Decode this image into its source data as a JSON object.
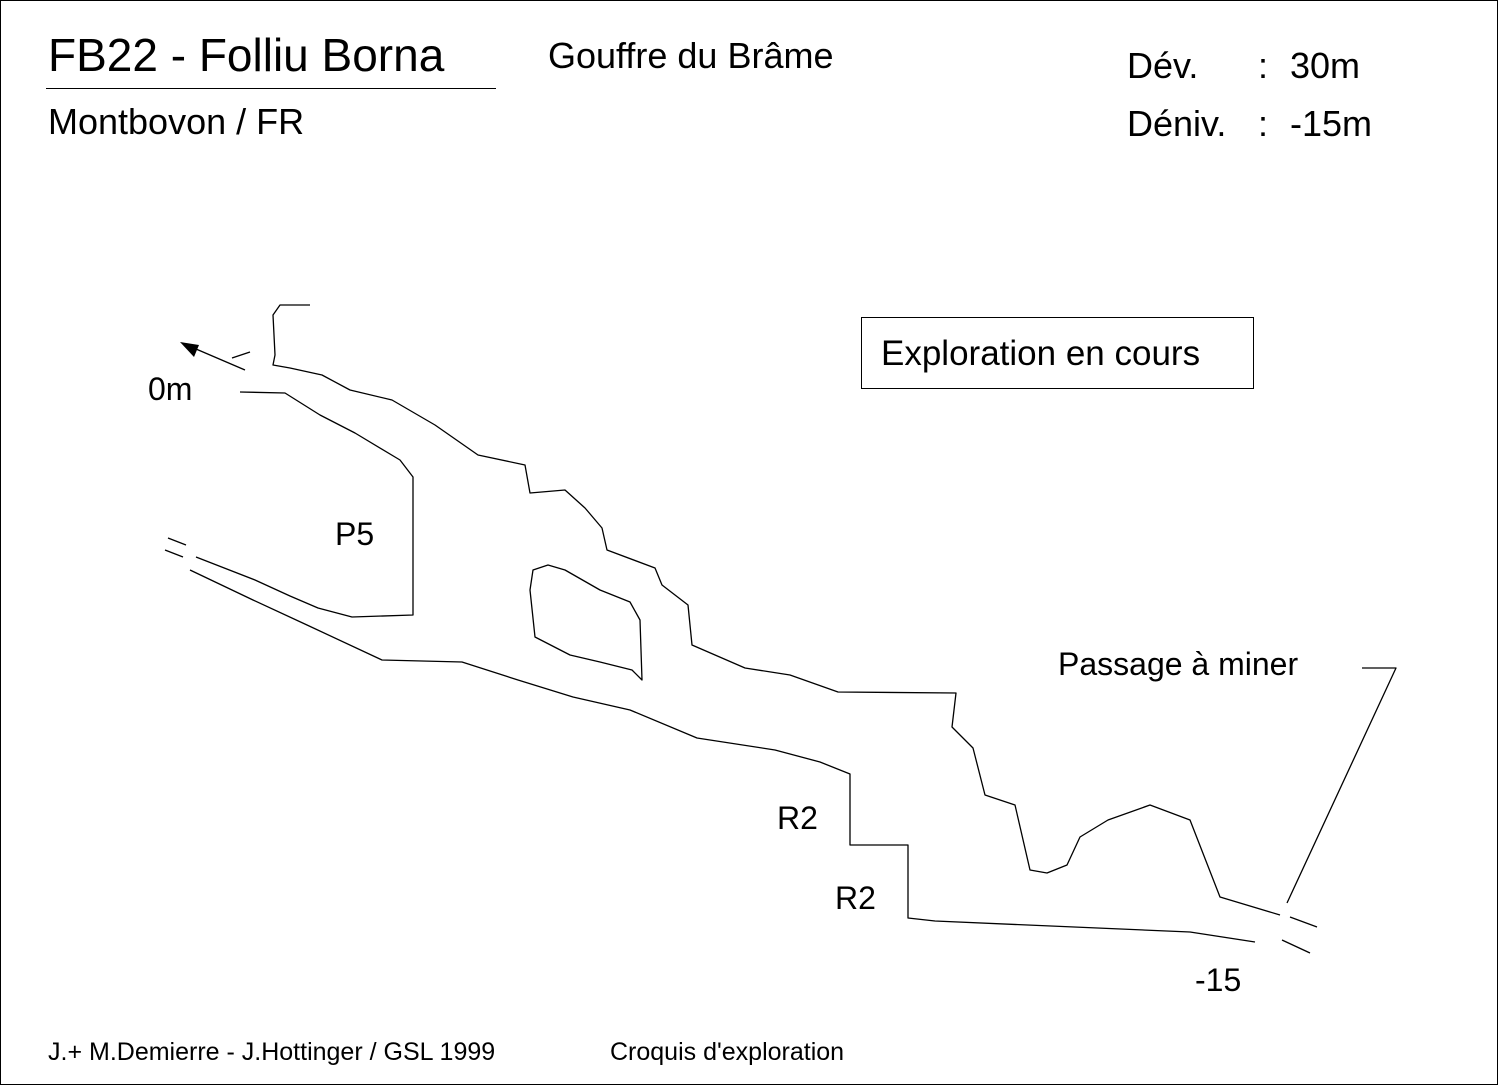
{
  "header": {
    "title": "FB22 - Folliu Borna",
    "subtitle": "Gouffre du Brâme",
    "location": "Montbovon / FR"
  },
  "stats": {
    "dev_label": "Dév.",
    "dev_colon": ":",
    "dev_value": "30m",
    "deniv_label": "Déniv.",
    "deniv_colon": ":",
    "deniv_value": "-15m"
  },
  "status_box": "Exploration en cours",
  "labels": {
    "entrance_depth": "0m",
    "pitch": "P5",
    "step_1": "R2",
    "step_2": "R2",
    "end_depth": "-15",
    "dig_note": "Passage à miner"
  },
  "footer": {
    "authors": "J.+ M.Demierre - J.Hottinger /  GSL 1999",
    "doc_type": "Croquis d'exploration"
  },
  "colors": {
    "ink": "#000000",
    "paper": "#ffffff"
  }
}
